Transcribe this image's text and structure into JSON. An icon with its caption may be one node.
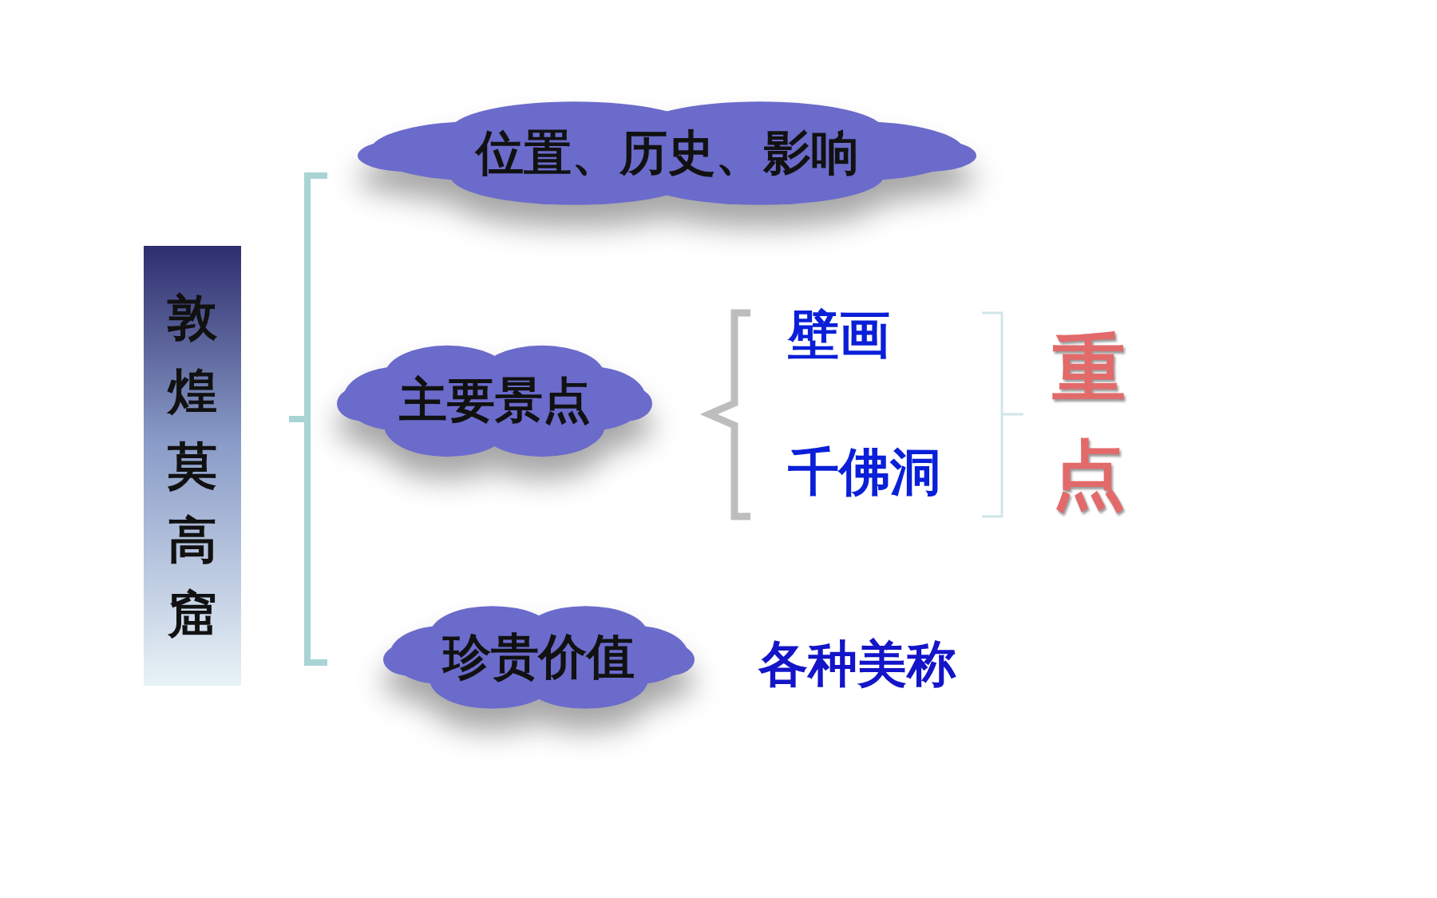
{
  "diagram": {
    "nodes": [
      {
        "text": [
          "敦煌莫高窟"
        ]
      },
      {
        "text": [
          "位置、历史、影响"
        ]
      },
      {
        "text": [
          "主要景点"
        ]
      },
      {
        "text": [
          "珍贵价值"
        ]
      }
    ],
    "labels": [
      "壁画",
      "千佛洞",
      "重点",
      "各种美称"
    ]
  }
}
